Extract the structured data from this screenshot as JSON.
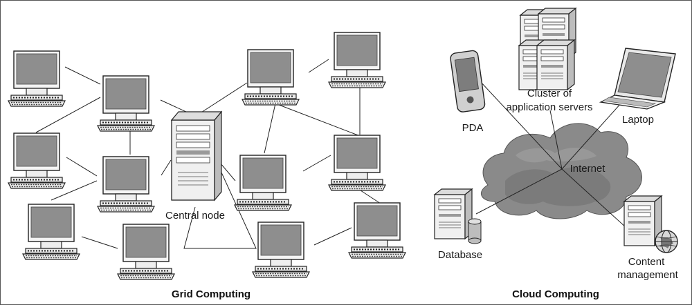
{
  "grid": {
    "title": "Grid Computing",
    "central_node_label": "Central node"
  },
  "cloud": {
    "title": "Cloud Computing",
    "internet_label": "Internet",
    "pda_label": "PDA",
    "cluster_label_line1": "Cluster of",
    "cluster_label_line2": "application servers",
    "laptop_label": "Laptop",
    "database_label": "Database",
    "content_label_line1": "Content",
    "content_label_line2": "management"
  },
  "colors": {
    "screen": "#8e8e8e",
    "cloud": "#8a8a8a",
    "cloud_dark": "#6e6e6e",
    "device_body": "#f2f2f2",
    "outline": "#222222"
  }
}
